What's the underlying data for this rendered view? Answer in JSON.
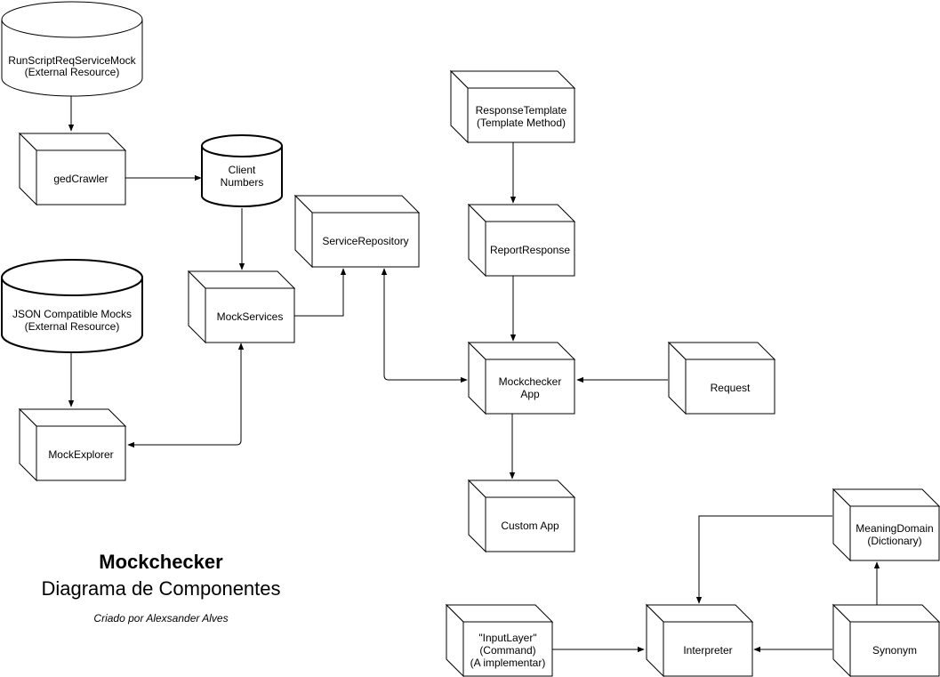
{
  "title": "Mockchecker",
  "subtitle": "Diagrama de Componentes",
  "credit": "Criado por Alexsander Alves",
  "nodes": {
    "runscript": [
      "RunScriptReqServiceMock",
      "(External Resource)"
    ],
    "json_mocks": [
      "JSON Compatible Mocks",
      "(External Resource)"
    ],
    "client_numbers": [
      "Client",
      "Numbers"
    ],
    "gedcrawler": [
      "gedCrawler"
    ],
    "mockservices": [
      "MockServices"
    ],
    "mockexplorer": [
      "MockExplorer"
    ],
    "service_repository": [
      "ServiceRepository"
    ],
    "response_template": [
      "ResponseTemplate",
      "(Template Method)"
    ],
    "report_response": [
      "ReportResponse"
    ],
    "mockchecker_app": [
      "Mockchecker",
      "App"
    ],
    "request": [
      "Request"
    ],
    "custom_app": [
      "Custom App"
    ],
    "meaning_domain": [
      "MeaningDomain",
      "(Dictionary)"
    ],
    "input_layer": [
      "\"InputLayer\"",
      "(Command)",
      "(A implementar)"
    ],
    "interpreter": [
      "Interpreter"
    ],
    "synonym": [
      "Synonym"
    ]
  }
}
